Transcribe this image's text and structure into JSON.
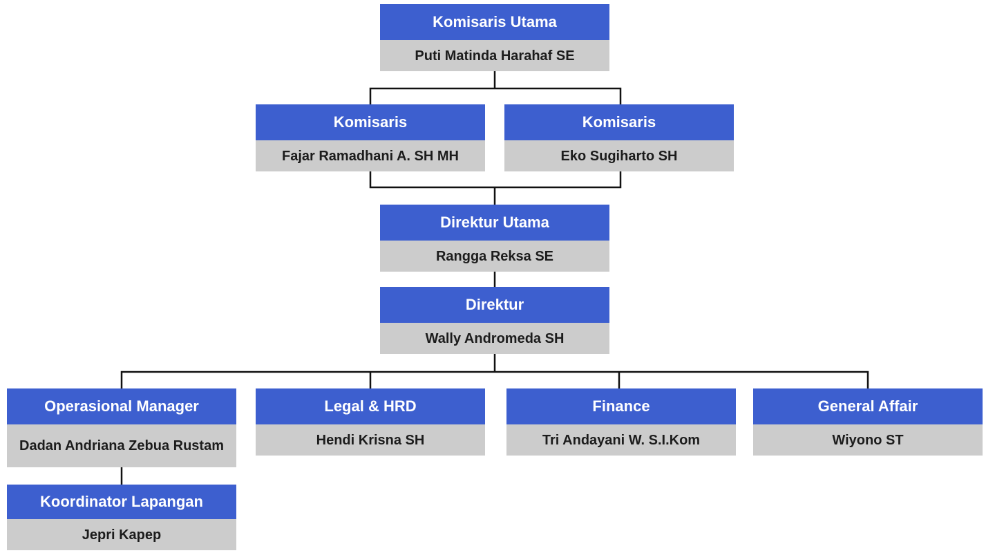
{
  "org_chart": {
    "komisaris_utama": {
      "role": "Komisaris Utama",
      "name": "Puti Matinda Harahaf SE"
    },
    "komisaris": [
      {
        "role": "Komisaris",
        "name": "Fajar Ramadhani A. SH MH"
      },
      {
        "role": "Komisaris",
        "name": "Eko Sugiharto SH"
      }
    ],
    "direktur_utama": {
      "role": "Direktur Utama",
      "name": "Rangga Reksa SE"
    },
    "direktur": {
      "role": "Direktur",
      "name": "Wally Andromeda SH"
    },
    "departments": [
      {
        "role": "Operasional Manager",
        "name": "Dadan Andriana Zebua Rustam"
      },
      {
        "role": "Legal & HRD",
        "name": "Hendi Krisna SH"
      },
      {
        "role": "Finance",
        "name": "Tri Andayani W. S.I.Kom"
      },
      {
        "role": "General Affair",
        "name": "Wiyono ST"
      }
    ],
    "koordinator_lapangan": {
      "role": "Koordinator Lapangan",
      "name": "Jepri Kapep"
    }
  },
  "colors": {
    "role_header": "#3d5fcf",
    "name_panel": "#cccccc",
    "connector": "#111111"
  }
}
